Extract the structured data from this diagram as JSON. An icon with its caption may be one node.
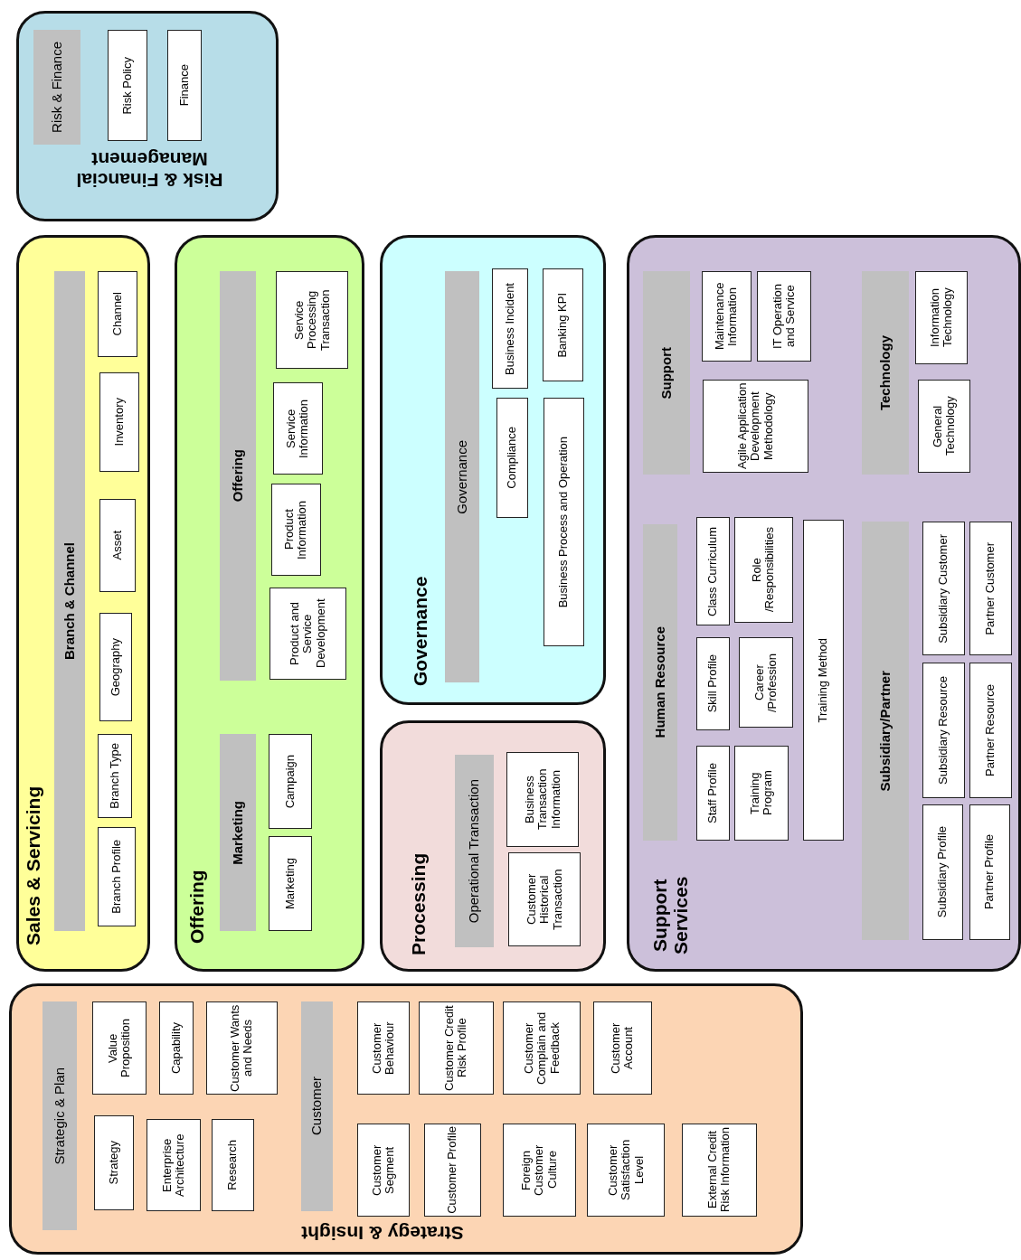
{
  "diagram": {
    "nodes": [
      {
        "text": [
          "Risk & Financial Management"
        ]
      },
      {
        "text": [
          "Risk & Finance"
        ],
        "in": 0
      },
      {
        "text": [
          "Risk Policy"
        ],
        "in": 0
      },
      {
        "text": [
          "Finance"
        ],
        "in": 0
      },
      {
        "text": [
          "Sales & Servicing"
        ]
      },
      {
        "text": [
          "Branch & Channel"
        ],
        "in": 4
      },
      {
        "text": [
          "Branch Profile"
        ],
        "in": 4
      },
      {
        "text": [
          "Branch Type"
        ],
        "in": 4
      },
      {
        "text": [
          "Geography"
        ],
        "in": 4
      },
      {
        "text": [
          "Asset"
        ],
        "in": 4
      },
      {
        "text": [
          "Inventory"
        ],
        "in": 4
      },
      {
        "text": [
          "Channel"
        ],
        "in": 4
      },
      {
        "text": [
          "Offering"
        ]
      },
      {
        "text": [
          "Marketing"
        ],
        "in": 12
      },
      {
        "text": [
          "Marketing"
        ],
        "in": 12
      },
      {
        "text": [
          "Campaign"
        ],
        "in": 12
      },
      {
        "text": [
          "Offering"
        ],
        "in": 12
      },
      {
        "text": [
          "Product and Service Development"
        ],
        "in": 12
      },
      {
        "text": [
          "Product Information"
        ],
        "in": 12
      },
      {
        "text": [
          "Service Information"
        ],
        "in": 12
      },
      {
        "text": [
          "Service Processing Transaction"
        ],
        "in": 12
      },
      {
        "text": [
          "Governance"
        ]
      },
      {
        "text": [
          "Governance"
        ],
        "in": 21
      },
      {
        "text": [
          "Compliance"
        ],
        "in": 21
      },
      {
        "text": [
          "Business Incident"
        ],
        "in": 21
      },
      {
        "text": [
          "Business Process and Operation"
        ],
        "in": 21
      },
      {
        "text": [
          "Banking KPI"
        ],
        "in": 21
      },
      {
        "text": [
          "Processing"
        ]
      },
      {
        "text": [
          "Operational Transaction"
        ],
        "in": 27
      },
      {
        "text": [
          "Customer Historical Transaction"
        ],
        "in": 27
      },
      {
        "text": [
          "Business Transaction Information"
        ],
        "in": 27
      },
      {
        "text": [
          "Support Services"
        ]
      },
      {
        "text": [
          "Human Resource"
        ],
        "in": 31
      },
      {
        "text": [
          "Staff Profile"
        ],
        "in": 31
      },
      {
        "text": [
          "Skill Profile"
        ],
        "in": 31
      },
      {
        "text": [
          "Class Curriculum"
        ],
        "in": 31
      },
      {
        "text": [
          "Training Program"
        ],
        "in": 31
      },
      {
        "text": [
          "Career /Profession"
        ],
        "in": 31
      },
      {
        "text": [
          "Role /Responsibilities"
        ],
        "in": 31
      },
      {
        "text": [
          "Training Method"
        ],
        "in": 31
      },
      {
        "text": [
          "Support"
        ],
        "in": 31
      },
      {
        "text": [
          "Agile Application Development Methodology"
        ],
        "in": 31
      },
      {
        "text": [
          "Maintenance Information"
        ],
        "in": 31
      },
      {
        "text": [
          "IT Operation and Service"
        ],
        "in": 31
      },
      {
        "text": [
          "Subsidiary/Partner"
        ],
        "in": 31
      },
      {
        "text": [
          "Subsidiary Profile"
        ],
        "in": 31
      },
      {
        "text": [
          "Subsidiary Resource"
        ],
        "in": 31
      },
      {
        "text": [
          "Subsidiary Customer"
        ],
        "in": 31
      },
      {
        "text": [
          "Partner Profile"
        ],
        "in": 31
      },
      {
        "text": [
          "Partner Resource"
        ],
        "in": 31
      },
      {
        "text": [
          "Partner Customer"
        ],
        "in": 31
      },
      {
        "text": [
          "Technology"
        ],
        "in": 31
      },
      {
        "text": [
          "General Technology"
        ],
        "in": 31
      },
      {
        "text": [
          "Information Technology"
        ],
        "in": 31
      },
      {
        "text": [
          "Strategy & Insight"
        ]
      },
      {
        "text": [
          "Strategic & Plan"
        ],
        "in": 54
      },
      {
        "text": [
          "Strategy"
        ],
        "in": 54
      },
      {
        "text": [
          "Enterprise Architecture"
        ],
        "in": 54
      },
      {
        "text": [
          "Research"
        ],
        "in": 54
      },
      {
        "text": [
          "Value Proposition"
        ],
        "in": 54
      },
      {
        "text": [
          "Capability"
        ],
        "in": 54
      },
      {
        "text": [
          "Customer Wants and Needs"
        ],
        "in": 54
      },
      {
        "text": [
          "Customer"
        ],
        "in": 54
      },
      {
        "text": [
          "Customer Behaviour"
        ],
        "in": 54
      },
      {
        "text": [
          "Customer Segment"
        ],
        "in": 54
      },
      {
        "text": [
          "Customer Credit Risk Profile"
        ],
        "in": 54
      },
      {
        "text": [
          "Customer Profile"
        ],
        "in": 54
      },
      {
        "text": [
          "Customer Complain and Feedback"
        ],
        "in": 54
      },
      {
        "text": [
          "Foreign Customer Culture"
        ],
        "in": 54
      },
      {
        "text": [
          "Customer Account"
        ],
        "in": 54
      },
      {
        "text": [
          "Customer Satisfaction Level"
        ],
        "in": 54
      },
      {
        "text": [
          "External Credit Risk Information"
        ],
        "in": 54
      }
    ]
  }
}
